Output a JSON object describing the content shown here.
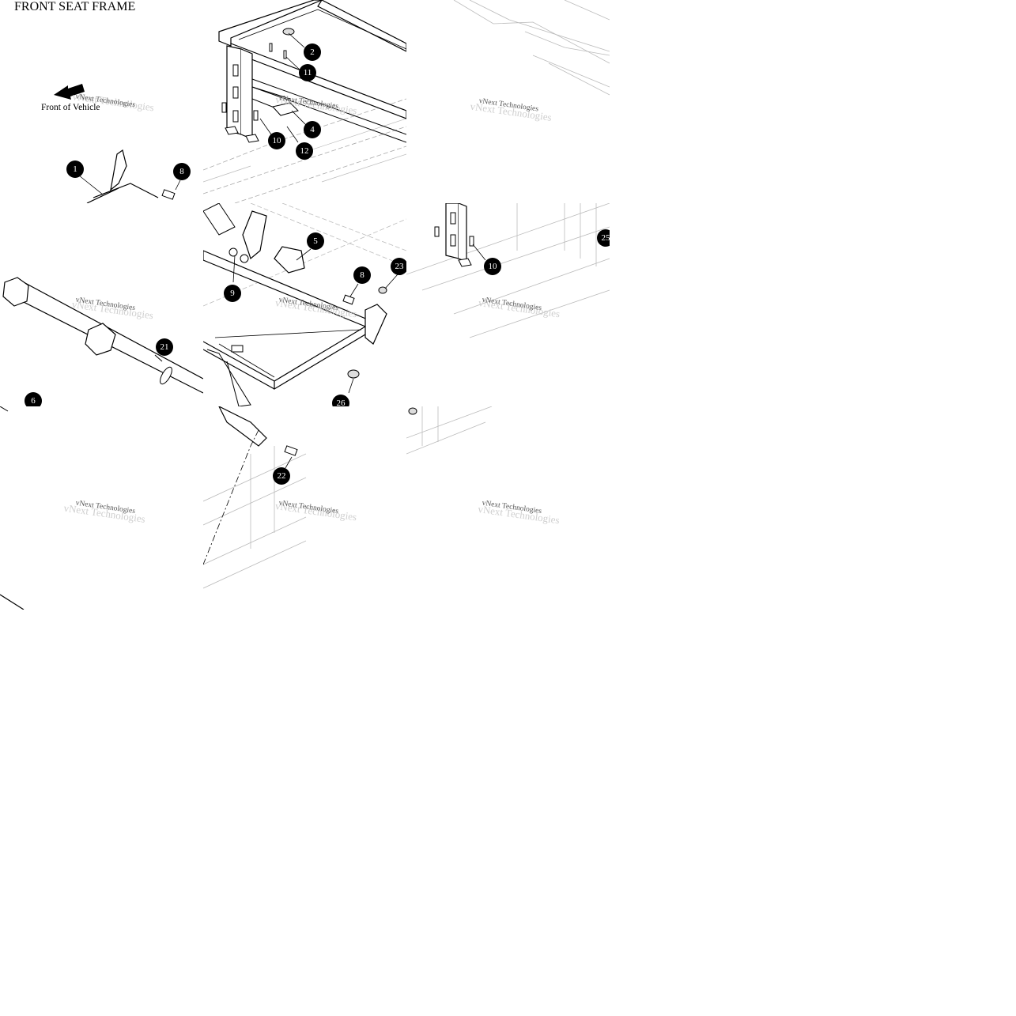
{
  "diagram": {
    "title": "FRONT SEAT FRAME",
    "front_label": "Front of Vehicle",
    "watermark": "vNext Technologies",
    "callouts": [
      "1",
      "2",
      "4",
      "5",
      "6",
      "8",
      "9",
      "10",
      "11",
      "12",
      "21",
      "22",
      "23",
      "25",
      "26"
    ]
  }
}
